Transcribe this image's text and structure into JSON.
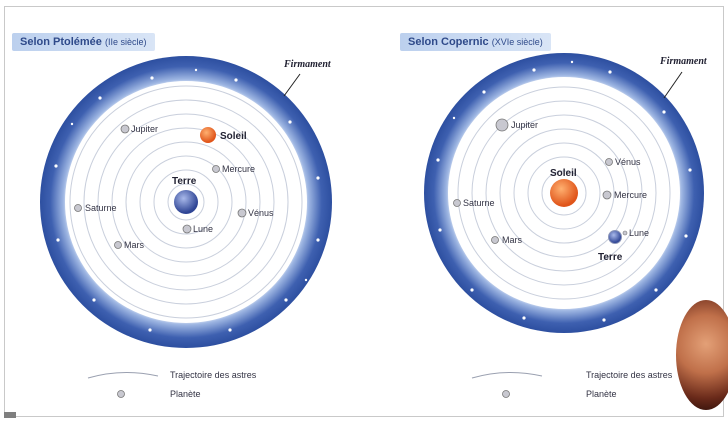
{
  "colors": {
    "firmament_dark": "#2d4fa0",
    "firmament_light": "#9fb7e3",
    "earth": "#4b63b8",
    "sun": "#f07a2a",
    "planet": "#c8c8d0"
  },
  "ptolemy": {
    "title": "Selon Ptolémée",
    "century": "(IIe siècle)",
    "firmament": "Firmament",
    "center": "Terre",
    "planets": {
      "lune": "Lune",
      "mercure": "Mercure",
      "venus": "Vénus",
      "soleil": "Soleil",
      "mars": "Mars",
      "jupiter": "Jupiter",
      "saturne": "Saturne"
    }
  },
  "copernic": {
    "title": "Selon Copernic",
    "century": "(XVIe siècle)",
    "firmament": "Firmament",
    "center": "Soleil",
    "planets": {
      "mercure": "Mercure",
      "venus": "Vénus",
      "terre": "Terre",
      "lune": "Lune",
      "mars": "Mars",
      "jupiter": "Jupiter",
      "saturne": "Saturne"
    }
  },
  "legend": {
    "orbit": "Trajectoire des astres",
    "planet": "Planète"
  }
}
